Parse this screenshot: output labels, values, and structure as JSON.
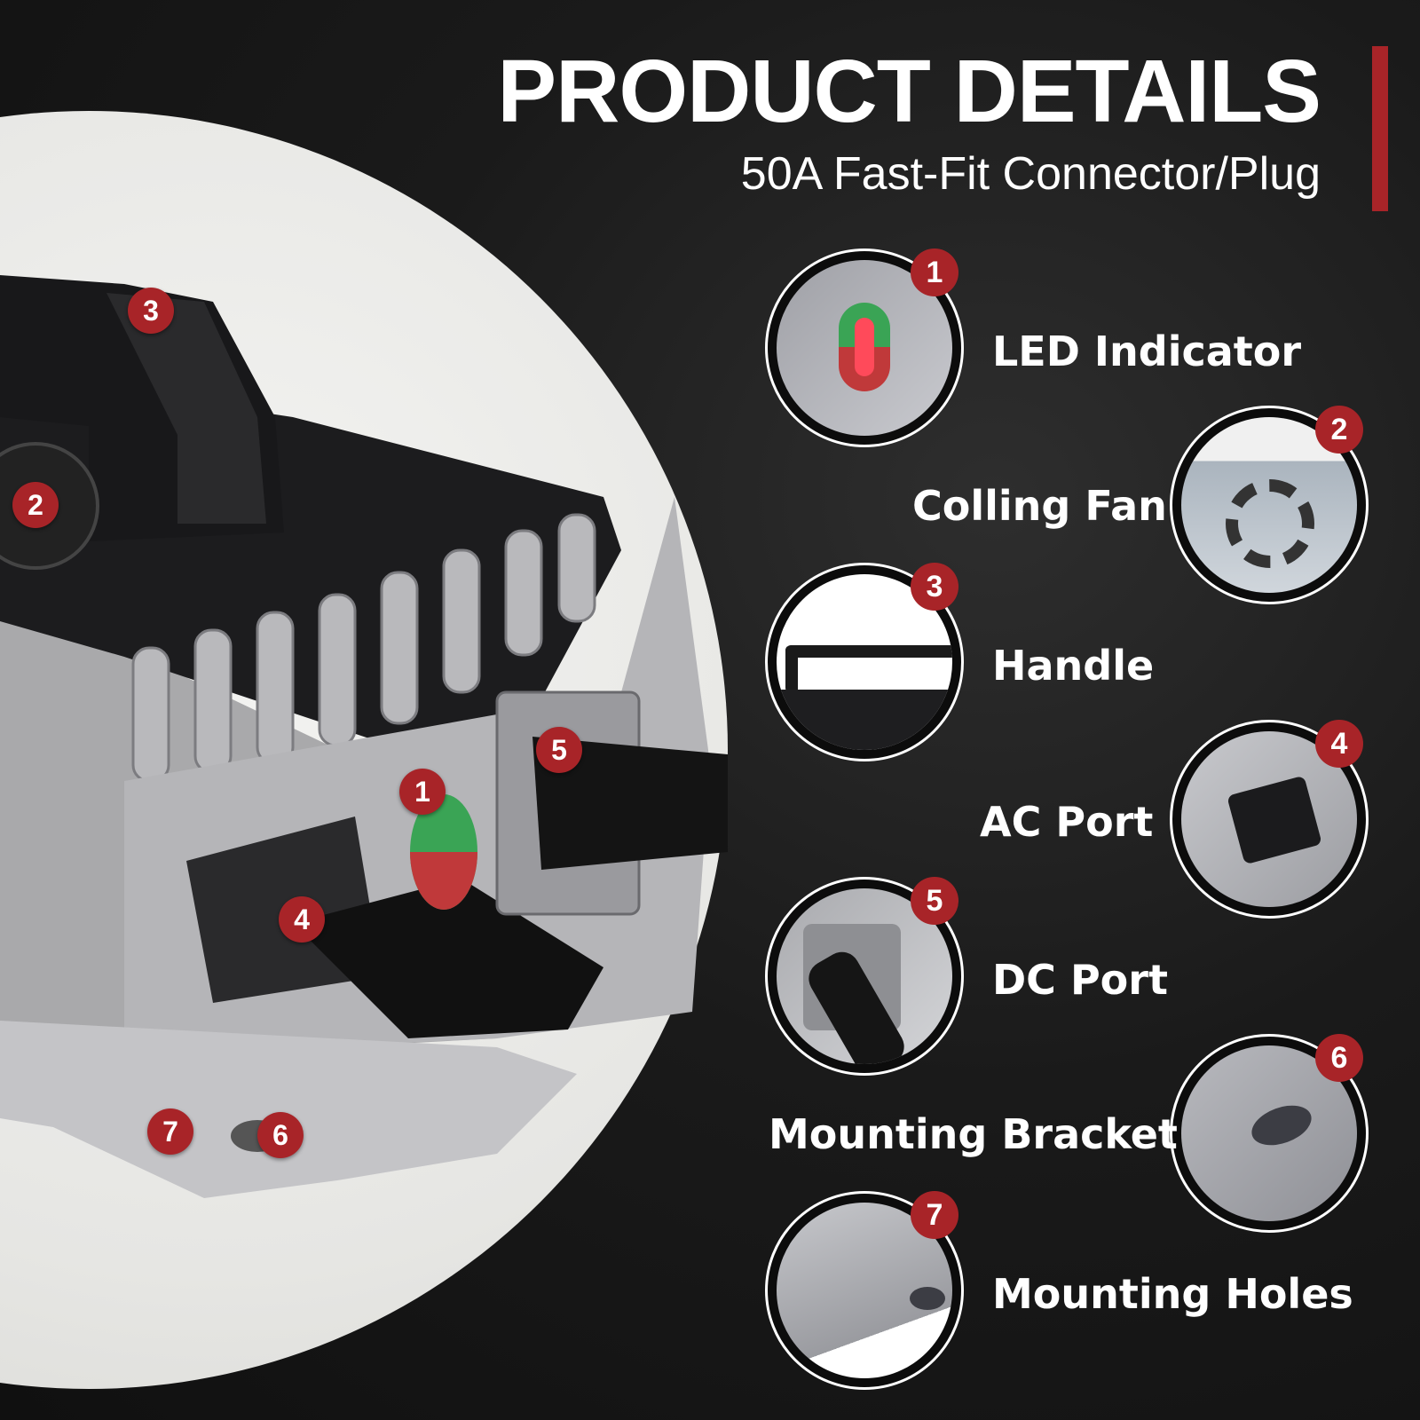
{
  "header": {
    "title": "PRODUCT DETAILS",
    "subtitle": "50A Fast-Fit Connector/Plug",
    "accent_color": "#a82428"
  },
  "product_callouts": [
    "1",
    "2",
    "3",
    "4",
    "5",
    "6",
    "7"
  ],
  "details": [
    {
      "number": "1",
      "label": "LED Indicator",
      "icon": "led-indicator-closeup"
    },
    {
      "number": "2",
      "label": "Colling Fan",
      "icon": "cooling-fan-closeup"
    },
    {
      "number": "3",
      "label": "Handle",
      "icon": "handle-closeup"
    },
    {
      "number": "4",
      "label": "AC Port",
      "icon": "ac-port-closeup"
    },
    {
      "number": "5",
      "label": "DC Port",
      "icon": "dc-port-closeup"
    },
    {
      "number": "6",
      "label": "Mounting Bracket",
      "icon": "mounting-bracket-closeup"
    },
    {
      "number": "7",
      "label": "Mounting Holes",
      "icon": "mounting-holes-closeup"
    }
  ],
  "colors": {
    "background": "#141414",
    "badge": "#a82428",
    "text": "#ffffff"
  }
}
